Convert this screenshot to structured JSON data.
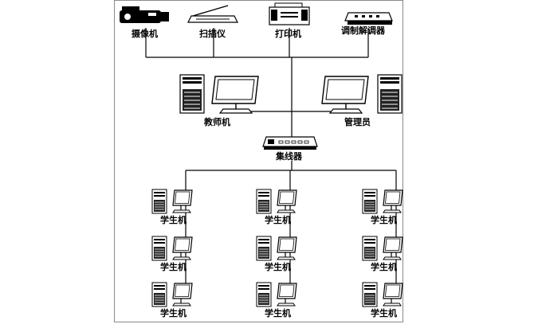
{
  "devices": {
    "camera": "摄像机",
    "scanner": "扫描仪",
    "printer": "打印机",
    "modem": "调制解调器"
  },
  "servers": {
    "teacher": "教师机",
    "admin": "管理员"
  },
  "hub": "集线器",
  "students": {
    "label": "学生机",
    "columns": 3,
    "rows": 3
  }
}
